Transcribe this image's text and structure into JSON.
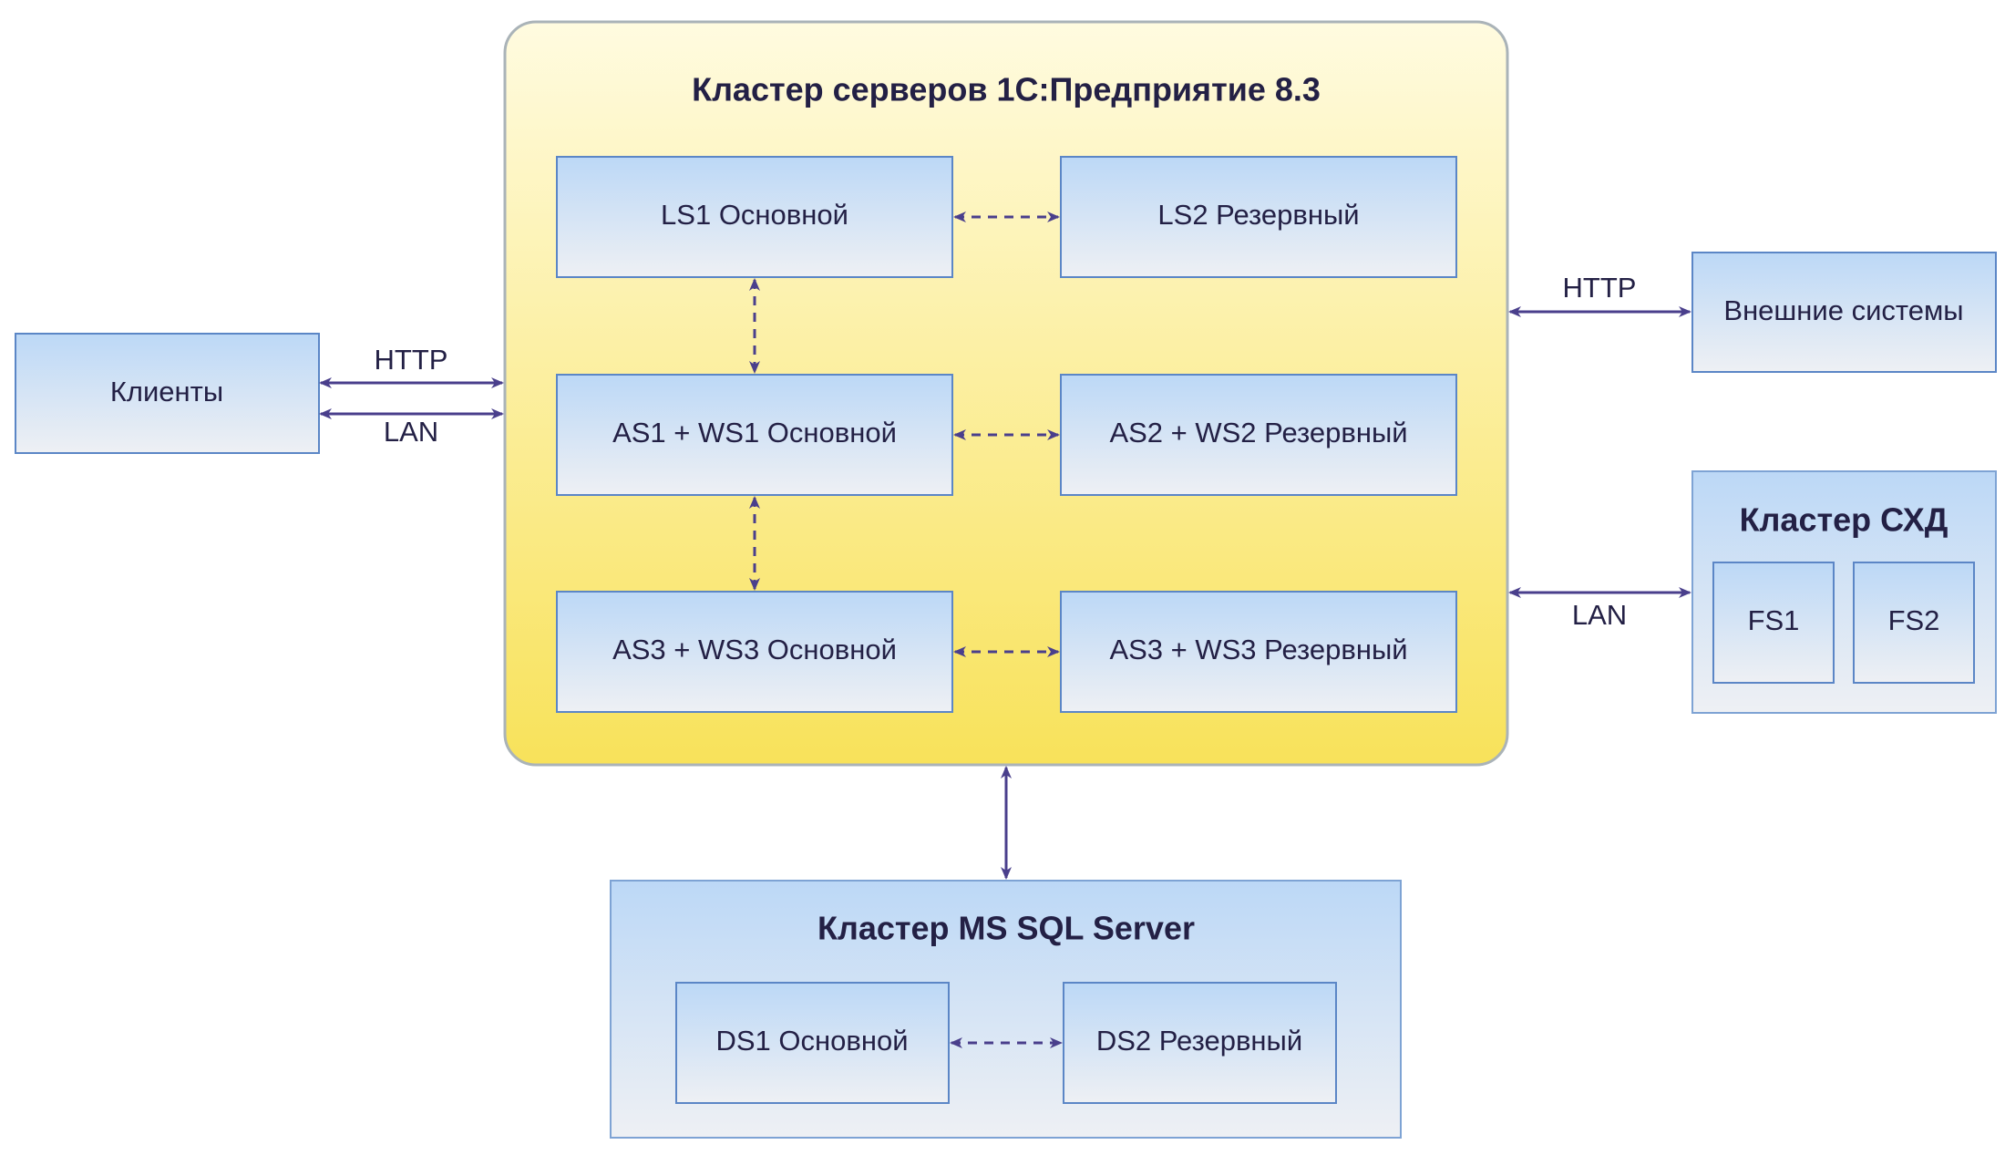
{
  "colors": {
    "node_fill_top": "#bcd8f6",
    "node_fill_bottom": "#eef0f4",
    "node_border": "#5b86c6",
    "cluster_fill_top": "#fffbe0",
    "cluster_fill_bottom": "#f8e25a",
    "cluster_border": "#aab3b8",
    "arrow": "#4a3f8c",
    "text": "#232045"
  },
  "main_cluster": {
    "title": "Кластер серверов 1С:Предприятие 8.3",
    "nodes": {
      "ls1": "LS1 Основной",
      "ls2": "LS2 Резервный",
      "as1": "AS1 + WS1 Основной",
      "as2": "AS2 + WS2 Резервный",
      "as3_main": "AS3 + WS3 Основной",
      "as3_reserve": "AS3 + WS3 Резервный"
    }
  },
  "clients": {
    "label": "Клиенты"
  },
  "external_systems": {
    "label": "Внешние системы"
  },
  "storage_cluster": {
    "title": "Кластер СХД",
    "nodes": {
      "fs1": "FS1",
      "fs2": "FS2"
    }
  },
  "sql_cluster": {
    "title": "Кластер MS SQL Server",
    "nodes": {
      "ds1": "DS1 Основной",
      "ds2": "DS2 Резервный"
    }
  },
  "connections": {
    "clients_http": "HTTP",
    "clients_lan": "LAN",
    "external_http": "HTTP",
    "storage_lan": "LAN"
  }
}
